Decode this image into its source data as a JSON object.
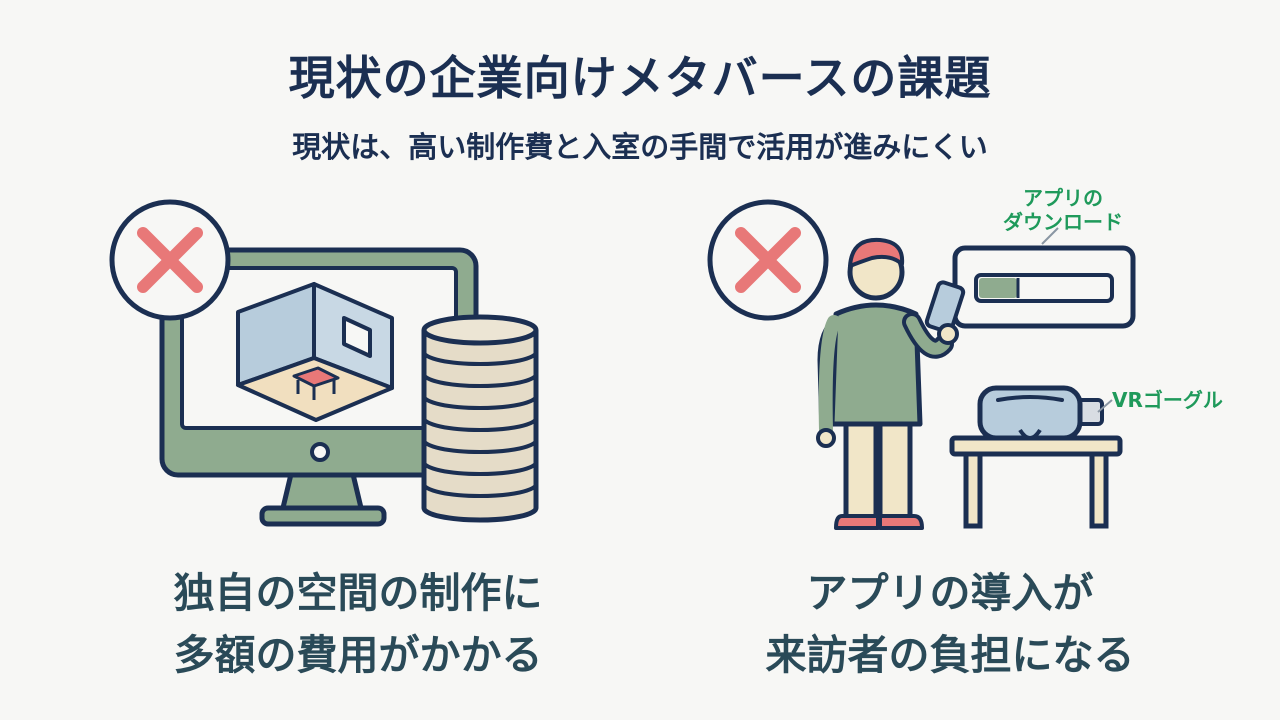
{
  "header": {
    "title": "現状の企業向けメタバースの課題",
    "subtitle": "現状は、高い制作費と入室の手間で活用が進みにくい"
  },
  "left_panel": {
    "icon": "x-mark-icon",
    "illustration": "monitor-with-3d-room-and-coin-stack",
    "caption_line1": "独自の空間の制作に",
    "caption_line2": "多額の費用がかかる"
  },
  "right_panel": {
    "icon": "x-mark-icon",
    "illustration": "person-with-phone-download-and-vr-goggle",
    "note_app_line1": "アプリの",
    "note_app_line2": "ダウンロード",
    "note_vr": "VRゴーグル",
    "caption_line1": "アプリの導入が",
    "caption_line2": "来訪者の負担になる"
  },
  "colors": {
    "navy": "#1b2f52",
    "x_red": "#e87878",
    "monitor_green": "#8fab8f",
    "label_green": "#1f9a5b",
    "coin_beige": "#e5dcc8"
  }
}
